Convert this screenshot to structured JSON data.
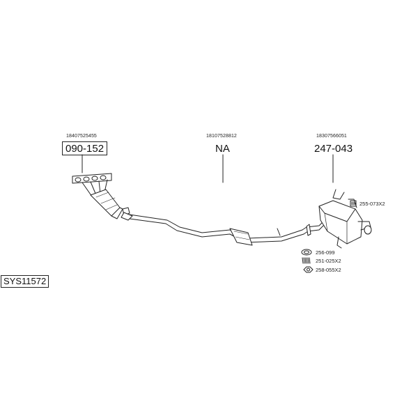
{
  "system_code": "SYS11572",
  "callouts": [
    {
      "oe": "18407525455",
      "part": "090-152",
      "boxed": true
    },
    {
      "oe": "18107528812",
      "part": "NA",
      "boxed": false
    },
    {
      "oe": "18307566051",
      "part": "247-043",
      "boxed": false
    }
  ],
  "small_parts": [
    {
      "label": "255-073X2",
      "icon": "clamp-icon"
    },
    {
      "label": "256-099",
      "icon": "gasket-ring-icon"
    },
    {
      "label": "251-025X2",
      "icon": "spring-icon"
    },
    {
      "label": "258-055X2",
      "icon": "nut-icon"
    }
  ]
}
